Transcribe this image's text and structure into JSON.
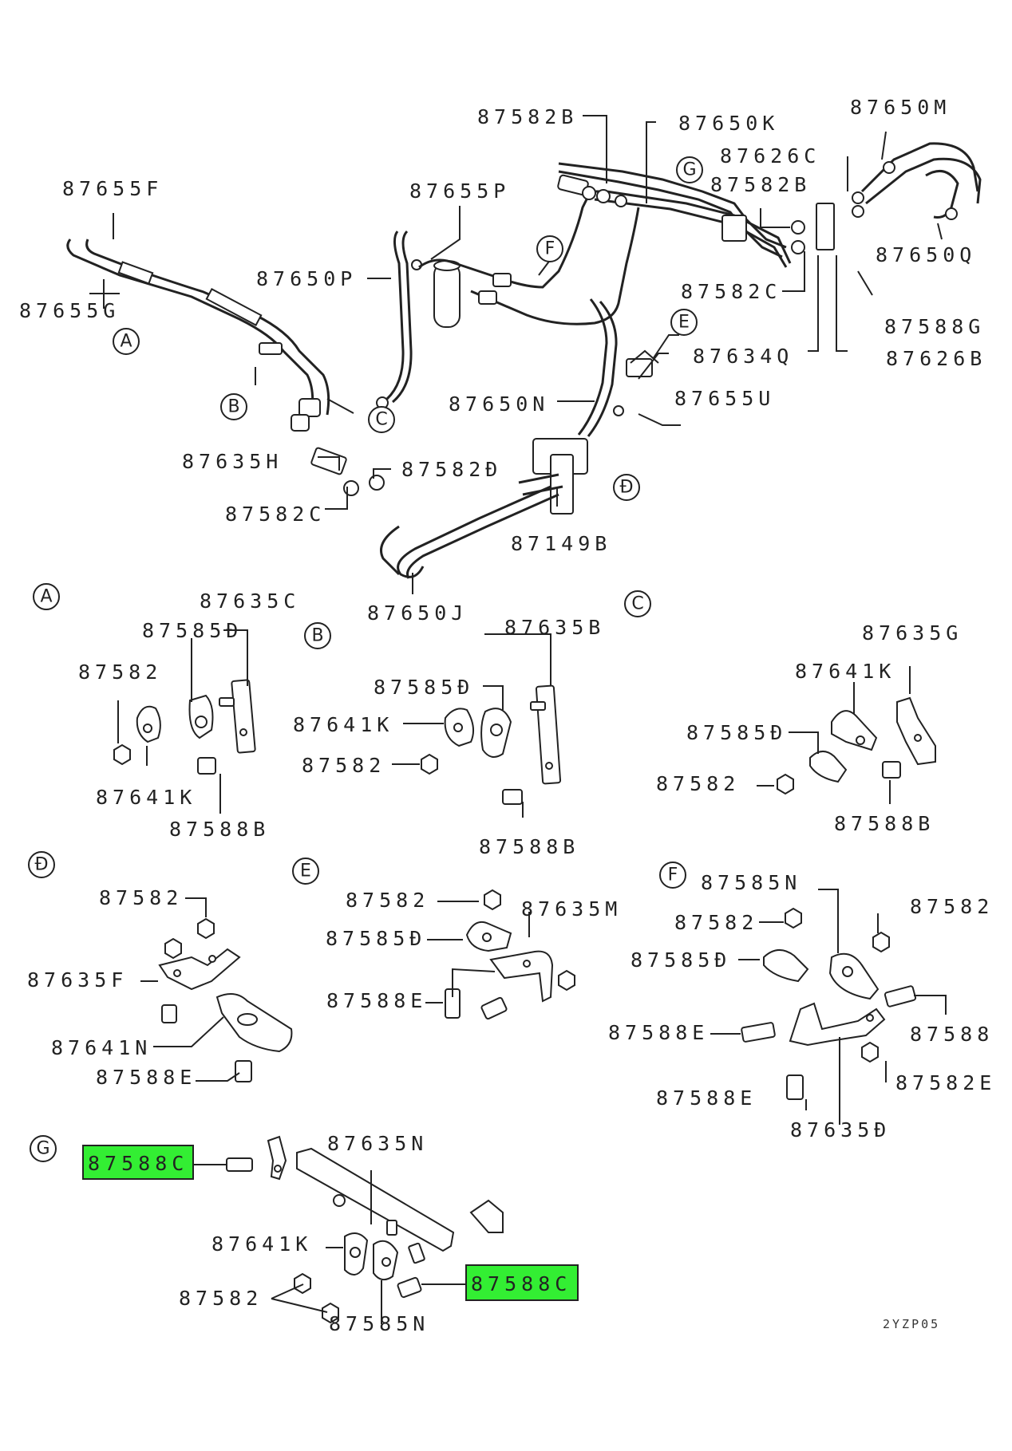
{
  "diagram_code": "2YZP05",
  "highlight_color": "#33ee33",
  "callouts": {
    "A": "A",
    "B": "B",
    "C": "C",
    "D": "Đ",
    "E": "E",
    "F": "F",
    "G": "G"
  },
  "main_labels": {
    "p87655F": "87655F",
    "p87655G": "87655G",
    "p87655P": "87655P",
    "p87650P": "87650P",
    "p87582B_top": "87582B",
    "p87650K": "87650K",
    "p87626C": "87626C",
    "p87582B_right": "87582B",
    "p87650M": "87650M",
    "p87650Q": "87650Q",
    "p87582C_right": "87582C",
    "p87588G": "87588G",
    "p87634Q": "87634Q",
    "p87626B": "87626B",
    "p87650N": "87650N",
    "p87655U": "87655U",
    "p87635H": "87635H",
    "p87582D_main": "87582Đ",
    "p87582C_main": "87582C",
    "p87149B": "87149B",
    "p87650J": "87650J"
  },
  "detail_A": {
    "p87635C": "87635C",
    "p87585D": "87585Đ",
    "p87582": "87582",
    "p87641K": "87641K",
    "p87588B": "87588B"
  },
  "detail_B": {
    "p87635B": "87635B",
    "p87585D": "87585Đ",
    "p87641K": "87641K",
    "p87582": "87582",
    "p87588B": "87588B"
  },
  "detail_C": {
    "p87635G": "87635G",
    "p87641K": "87641K",
    "p87585D": "87585Đ",
    "p87582": "87582",
    "p87588B": "87588B"
  },
  "detail_D": {
    "p87582": "87582",
    "p87635F": "87635F",
    "p87641N": "87641N",
    "p87588E": "87588E"
  },
  "detail_E": {
    "p87582": "87582",
    "p87635M": "87635M",
    "p87585D": "87585Đ",
    "p87588E": "87588E"
  },
  "detail_F": {
    "p87585N": "87585N",
    "p87582_left": "87582",
    "p87582_right": "87582",
    "p87585D": "87585Đ",
    "p87588E_mid": "87588E",
    "p87588": "87588",
    "p87582E": "87582E",
    "p87588E_bot": "87588E",
    "p87635D": "87635Đ"
  },
  "detail_G": {
    "p87588C_left": "87588C",
    "p87635N": "87635N",
    "p87641K": "87641K",
    "p87582": "87582",
    "p87585N": "87585N",
    "p87588C_right": "87588C"
  }
}
